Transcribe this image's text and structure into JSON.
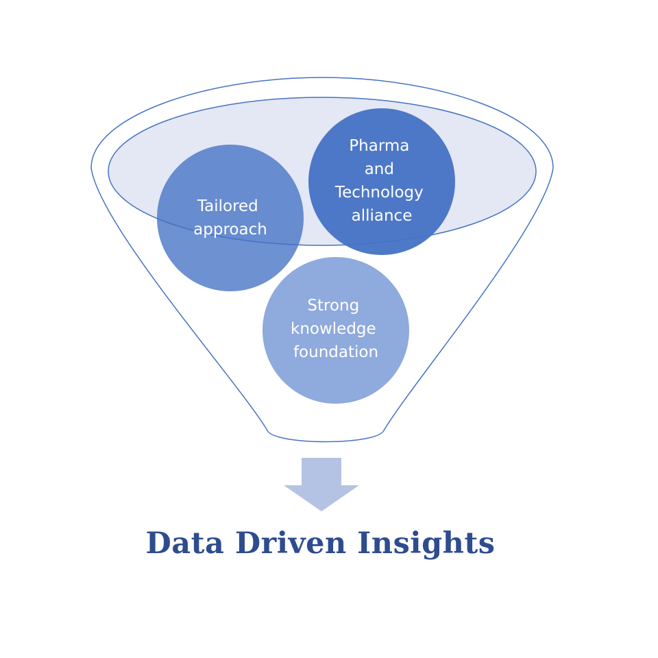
{
  "diagram": {
    "circles": [
      {
        "id": "tailored",
        "lines": [
          "Tailored",
          "approach"
        ],
        "fill": "#4472c4"
      },
      {
        "id": "pharma",
        "lines": [
          "Pharma",
          "and",
          "Technology",
          "alliance"
        ],
        "fill": "#4472c4"
      },
      {
        "id": "knowledge",
        "lines": [
          "Strong",
          "knowledge",
          "foundation"
        ],
        "fill": "#8faadc"
      }
    ],
    "result": "Data Driven Insights",
    "colors": {
      "funnel_stroke": "#4472c4",
      "funnel_top_fill": "#e4e8f4",
      "arrow": "#b4c2e4",
      "text": "#2e4c8e"
    }
  }
}
